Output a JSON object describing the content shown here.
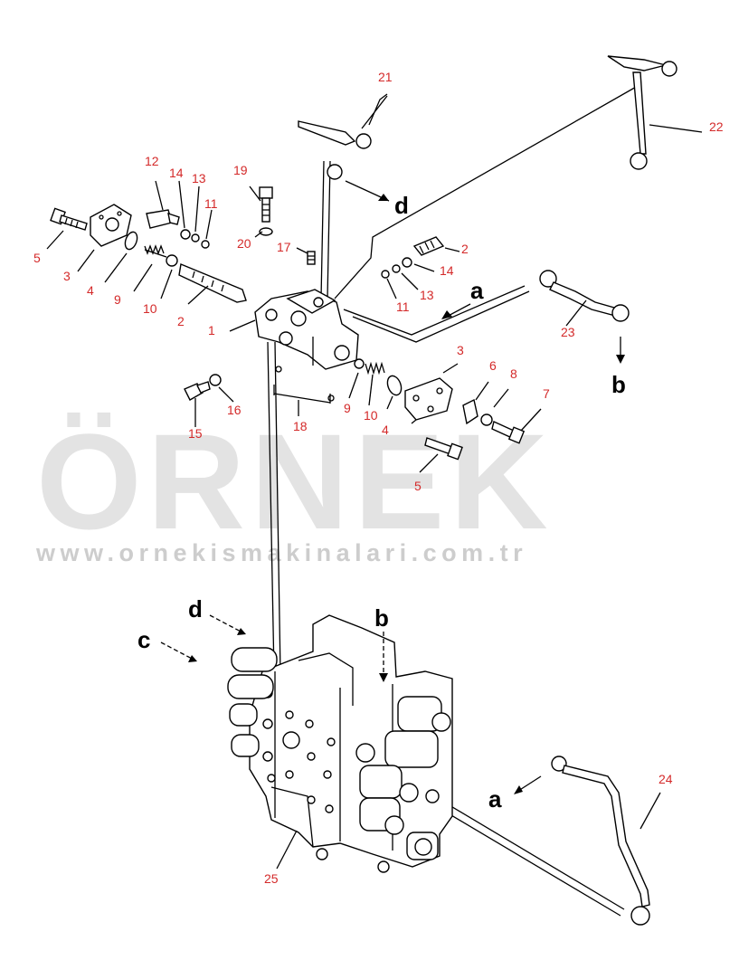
{
  "watermark": {
    "brand": "ÖRNEK",
    "url": "www.ornekismakinalari.com.tr",
    "brand_color": "#e3e3e3",
    "umlaut_color": "#f6d97a"
  },
  "callouts": {
    "n1": "1",
    "n2a": "2",
    "n2b": "2",
    "n3a": "3",
    "n3b": "3",
    "n4a": "4",
    "n4b": "4",
    "n5a": "5",
    "n5b": "5",
    "n6": "6",
    "n7": "7",
    "n8": "8",
    "n9a": "9",
    "n9b": "9",
    "n10a": "10",
    "n10b": "10",
    "n11a": "11",
    "n11b": "11",
    "n12": "12",
    "n13a": "13",
    "n13b": "13",
    "n14a": "14",
    "n14b": "14",
    "n15": "15",
    "n16": "16",
    "n17": "17",
    "n18": "18",
    "n19": "19",
    "n20": "20",
    "n21": "21",
    "n22": "22",
    "n23": "23",
    "n24": "24",
    "n25": "25"
  },
  "connectors": {
    "a1": "a",
    "a2": "a",
    "b1": "b",
    "b2": "b",
    "c1": "c",
    "d1": "d",
    "d2": "d"
  },
  "colors": {
    "callout": "#d42a2a",
    "line": "#000000"
  }
}
